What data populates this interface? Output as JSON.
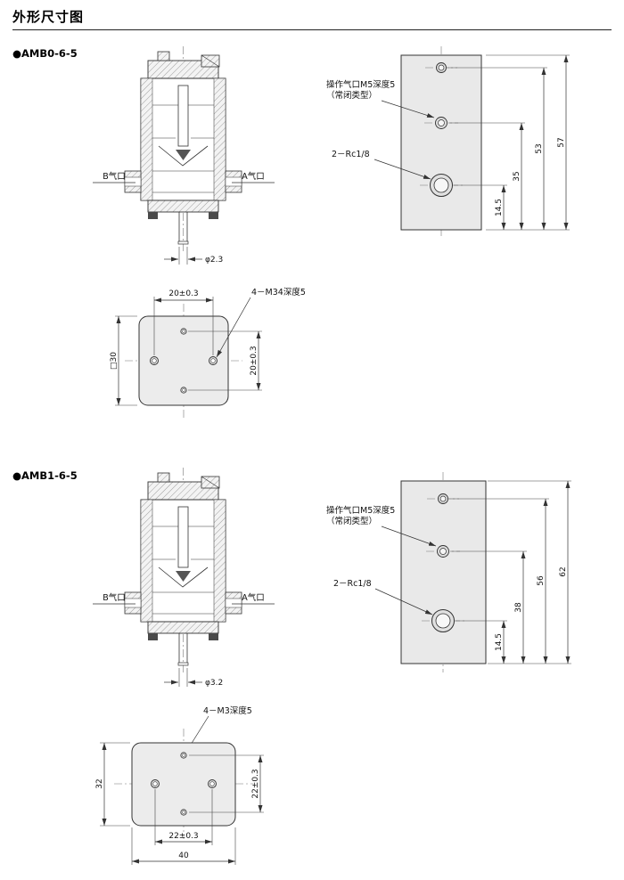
{
  "page": {
    "title": "外形尺寸图"
  },
  "sections": [
    {
      "model": "●AMB0-6-5",
      "front_view": {
        "port_b_label": "B气口",
        "port_a_label": "A气口",
        "orifice_dim": "φ2.3"
      },
      "side_view": {
        "pilot_label_line1": "操作气口M5深度5",
        "pilot_label_line2": "（常闭类型）",
        "thread_label": "2－Rc1/8",
        "dim_total_height": "57",
        "dim_top_hole": "53",
        "dim_pilot_port": "35",
        "dim_bottom_port": "14.5"
      },
      "bottom_view": {
        "thread_label": "4－M34深度5",
        "dim_pitch_horizontal": "20±0.3",
        "dim_pitch_vertical": "20±0.3",
        "dim_outline": "□30"
      }
    },
    {
      "model": "●AMB1-6-5",
      "front_view": {
        "port_b_label": "B气口",
        "port_a_label": "A气口",
        "orifice_dim": "φ3.2"
      },
      "side_view": {
        "pilot_label_line1": "操作气口M5深度5",
        "pilot_label_line2": "（常闭类型）",
        "thread_label": "2－Rc1/8",
        "dim_total_height": "62",
        "dim_top_hole": "56",
        "dim_pilot_port": "38",
        "dim_bottom_port": "14.5"
      },
      "bottom_view": {
        "thread_label": "4－M3深度5",
        "dim_pitch_horizontal": "22±0.3",
        "dim_pitch_vertical": "22±0.3",
        "dim_outline_width": "40",
        "dim_outline_height": "32"
      }
    }
  ]
}
